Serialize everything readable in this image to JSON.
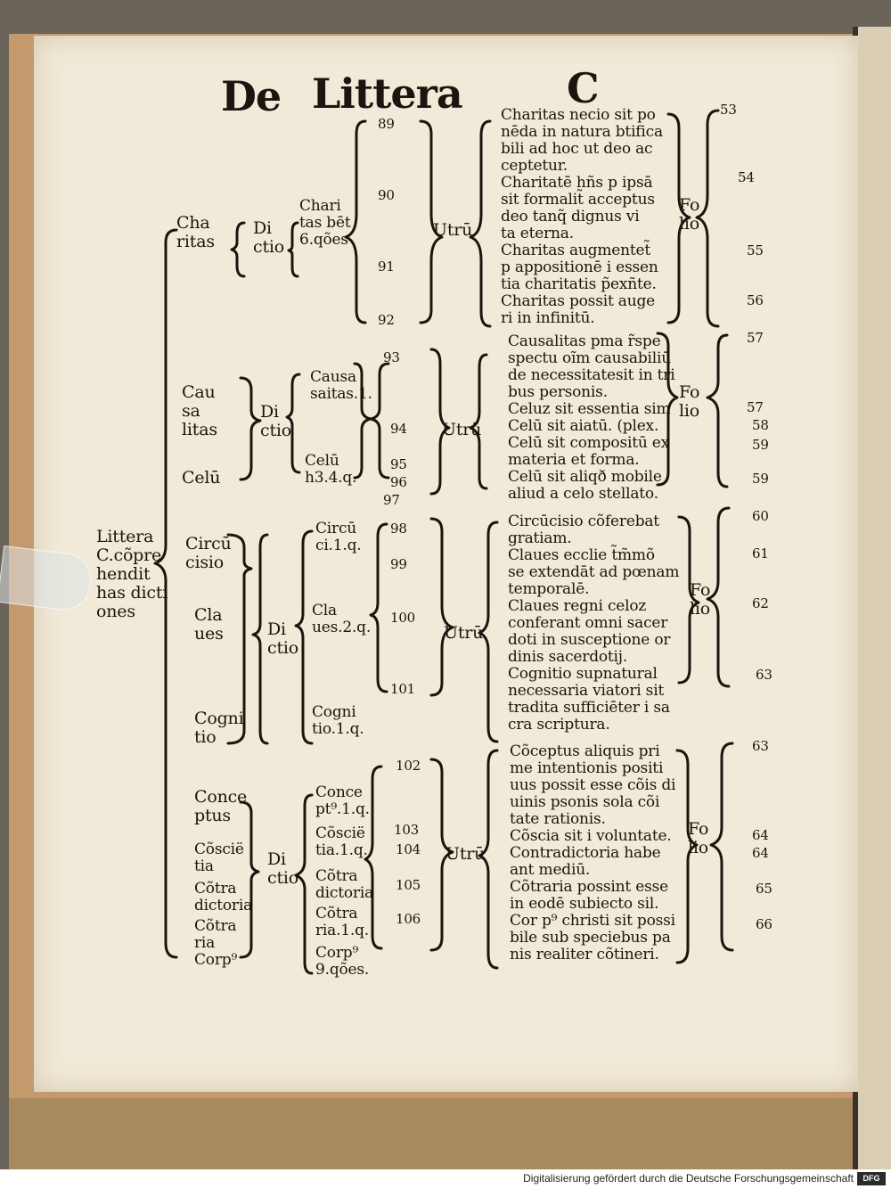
{
  "header": {
    "title_left": "De",
    "title_right": "Littera",
    "letter": "C"
  },
  "root": "Littera\nC.cõpre\nhendit\nhas dicti\nones",
  "groups": [
    {
      "words": [
        "Cha\nritas"
      ],
      "dictio": "Di\nctio",
      "refs": [
        "Chari\ntas bēt\n6.qões"
      ],
      "numbers": [
        "89",
        "90",
        "91",
        "92"
      ],
      "utrum": "Utrū",
      "questions": "Charitas necio sit po\nnēda in natura btifica\nbili ad hoc ut deo ac\nceptetur.\nCharitatē hñs p ipsā\nsit formalit̃ acceptus\ndeo tanq̃ dignus vi\nta eterna.\nCharitas augmentet̃\np appositionē i essen\ntia charitatis p̃exñte.\nCharitas possit auge\nri in infinitū.",
      "folio": "Fo\nlio",
      "folios": [
        "53",
        "54",
        "55",
        "56"
      ]
    },
    {
      "words": [
        "Cau\nsa\nlitas",
        "Celū"
      ],
      "dictio": "Di\nctio",
      "refs": [
        "Causa\nsaitas.1.",
        "Celū\nh3.4.q."
      ],
      "numbers": [
        "93",
        "94",
        "95",
        "96",
        "97"
      ],
      "utrum": "Utrū",
      "questions": "Causalitas pma r̃spe\nspectu oĩm causabiliū\nde necessitatesit in tri\nbus personis.\nCeluz sit essentia sim\nCelū sit aiatū. (plex.\nCelū sit compositū ex\nmateria et forma.\nCelū sit aliqð mobile\naliud a celo stellato.",
      "folio": "Fo\nlio",
      "folios": [
        "57",
        "57",
        "58",
        "59",
        "59"
      ]
    },
    {
      "words": [
        "Circū\ncisio",
        "Cla\nues",
        "Cogni\ntio"
      ],
      "dictio": "Di\nctio",
      "refs": [
        "Circū\nci.1.q.",
        "Cla\nues.2.q.",
        "Cogni\ntio.1.q."
      ],
      "numbers": [
        "98",
        "99",
        "100",
        "101"
      ],
      "utrum": "Utrū",
      "questions": "Circūcisio cõferebat\ngratiam.\nClaues ecclie t̃m̃mõ\nse extendāt ad pœnam\ntemporalē.\nClaues regni celoz\nconferant omni sacer\ndoti in susceptione or\ndinis sacerdotij.\nCognitio supnatural\nnecessaria viatori sit\ntradita sufficiēter i sa\ncra scriptura.",
      "folio": "Fo\nlio",
      "folios": [
        "60",
        "61",
        "62",
        "63"
      ]
    },
    {
      "words": [
        "Conce\nptus",
        "Cõscië\ntia",
        "Cõtra\ndictoria",
        "Cõtra\nria",
        "Corp⁹"
      ],
      "dictio": "Di\nctio",
      "refs": [
        "Conce\npt⁹.1.q.",
        "Cõscië\ntia.1.q.",
        "Cõtra\ndictoria",
        "Cõtra\nria.1.q.",
        "Corp⁹\n9.qões."
      ],
      "numbers": [
        "102",
        "103",
        "104",
        "105",
        "106"
      ],
      "utrum": "Utrū",
      "questions": "Cõceptus aliquis pri\nme intentionis positi\nuus possit esse cõis di\nuinis psonis sola cõi\ntate rationis.\nCõscia sit i voluntate.\nContradictoria habe\nant mediū.\nCõtraria possint esse\nin eodē subiecto sil.\nCor p⁹ christi sit possi\nbile sub speciebus pa\nnis realiter cõtineri.",
      "folio": "Fo\nlio",
      "folios": [
        "63",
        "64",
        "64",
        "65",
        "66"
      ]
    }
  ],
  "footer": {
    "text": "Digitalisierung gefördert durch die Deutsche Forschungsgemeinschaft",
    "logo": "DFG"
  }
}
